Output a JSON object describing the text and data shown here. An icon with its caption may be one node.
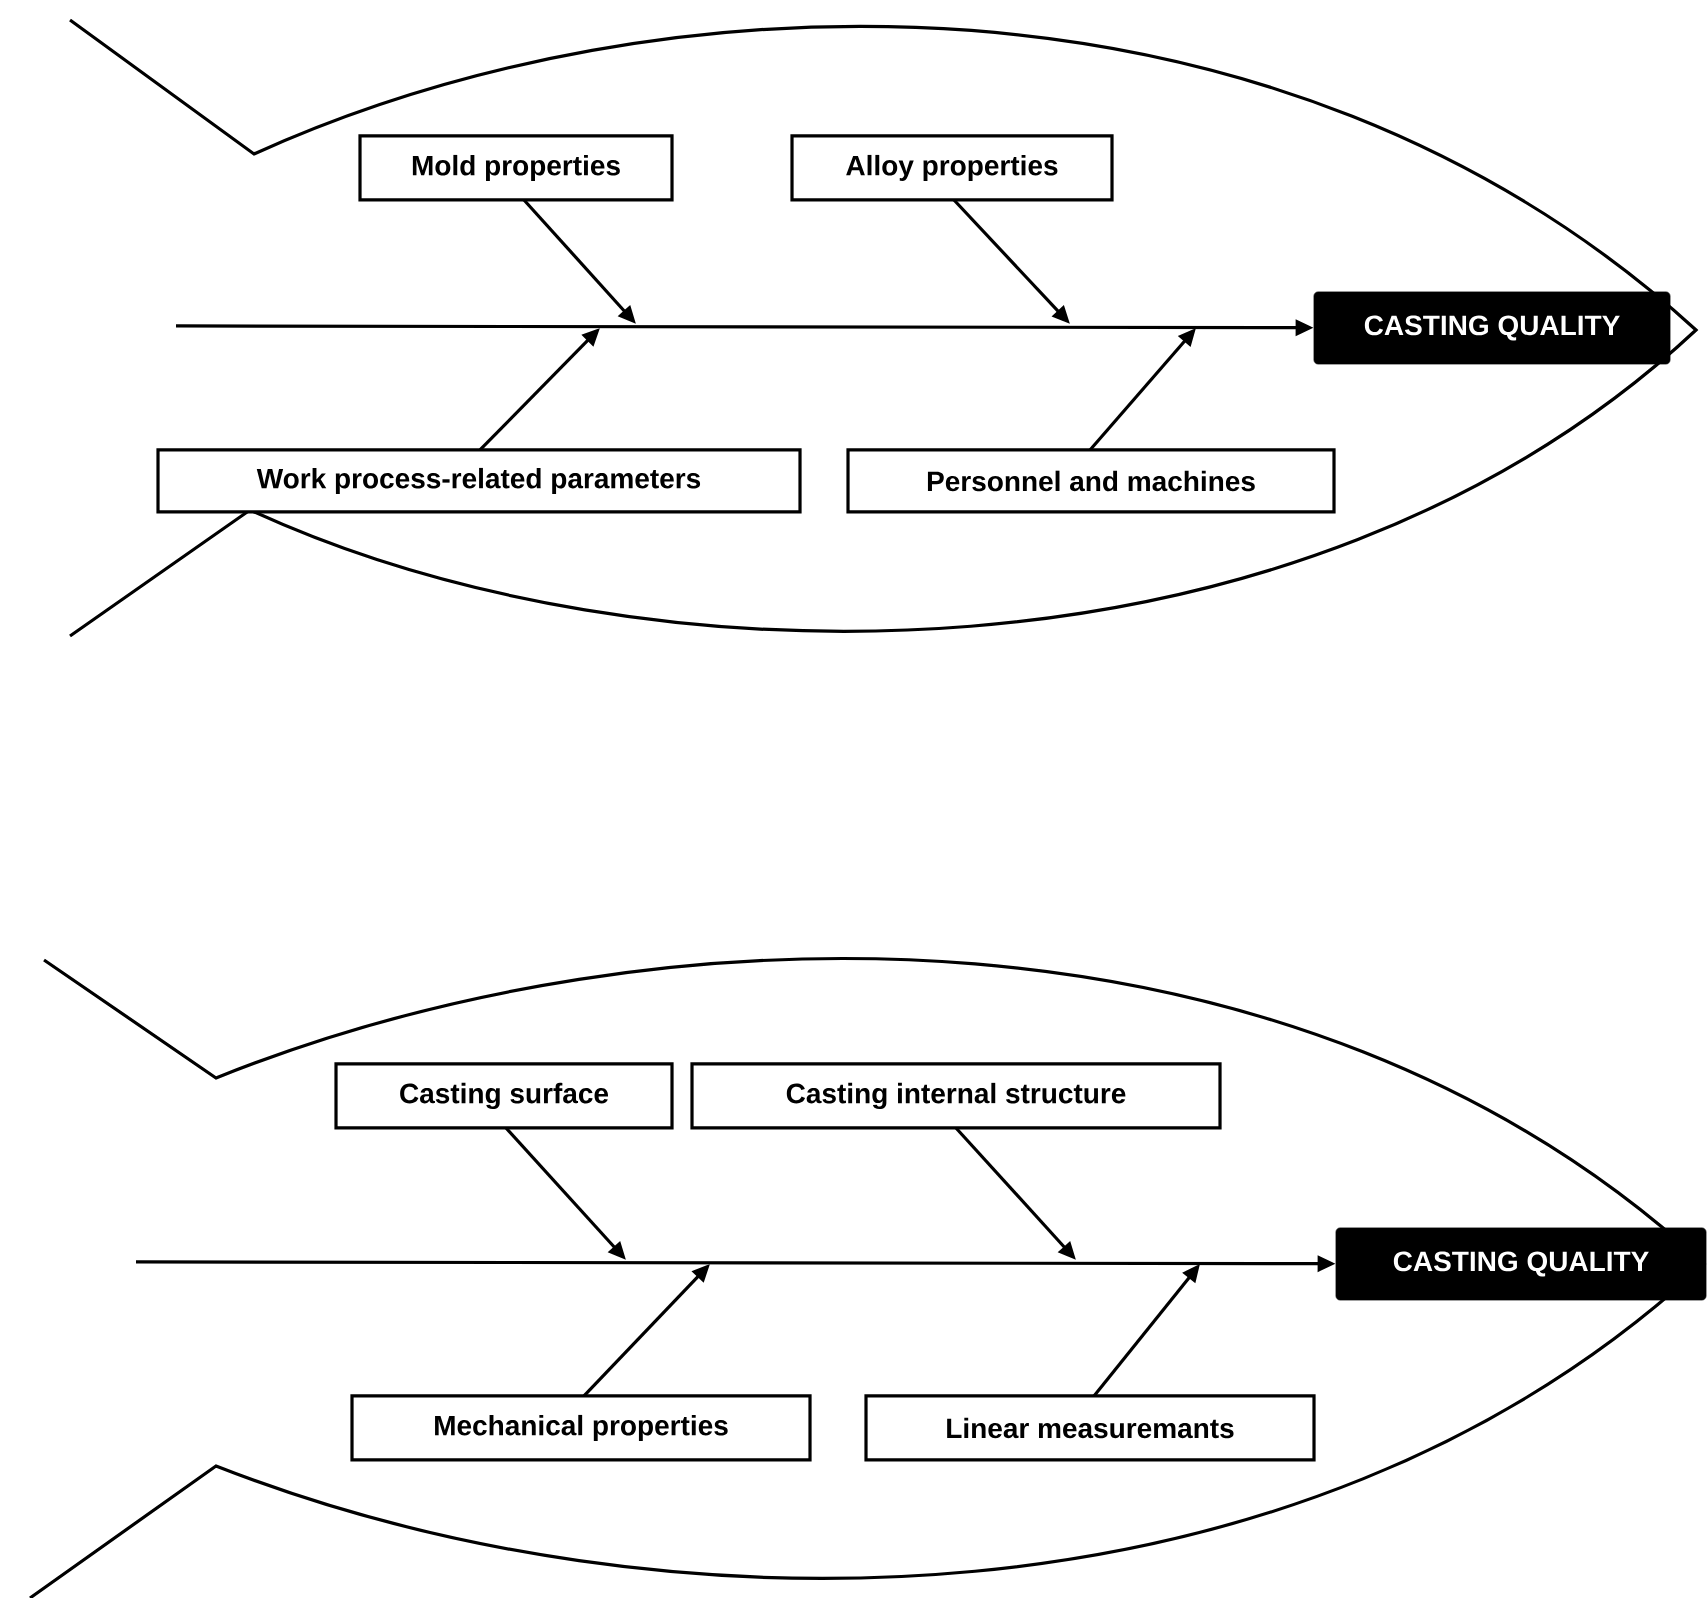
{
  "diagram": {
    "nodes": [
      {
        "text": [
          "Mold properties"
        ]
      },
      {
        "text": [
          "Alloy properties"
        ]
      },
      {
        "text": [
          "CASTING QUALITY"
        ]
      },
      {
        "text": [
          "Work process-related parameters"
        ]
      },
      {
        "text": [
          "Personnel and machines"
        ]
      },
      {
        "text": [
          "Casting surface"
        ]
      },
      {
        "text": [
          "Casting internal structure"
        ]
      },
      {
        "text": [
          "CASTING QUALITY"
        ]
      },
      {
        "text": [
          "Mechanical properties"
        ]
      },
      {
        "text": [
          "Linear measuremants"
        ]
      }
    ],
    "edges": [
      {
        "from": null,
        "to": 2,
        "arrow": "to"
      },
      {
        "from": 0,
        "to": null,
        "arrow": "to"
      },
      {
        "from": 1,
        "to": null,
        "arrow": "to"
      },
      {
        "from": 3,
        "to": null,
        "arrow": "to"
      },
      {
        "from": 4,
        "to": null,
        "arrow": "to"
      },
      {
        "from": null,
        "to": 7,
        "arrow": "to"
      },
      {
        "from": 5,
        "to": null,
        "arrow": "to"
      },
      {
        "from": 6,
        "to": null,
        "arrow": "to"
      },
      {
        "from": 8,
        "to": null,
        "arrow": "to"
      },
      {
        "from": 9,
        "to": null,
        "arrow": "to"
      }
    ]
  }
}
